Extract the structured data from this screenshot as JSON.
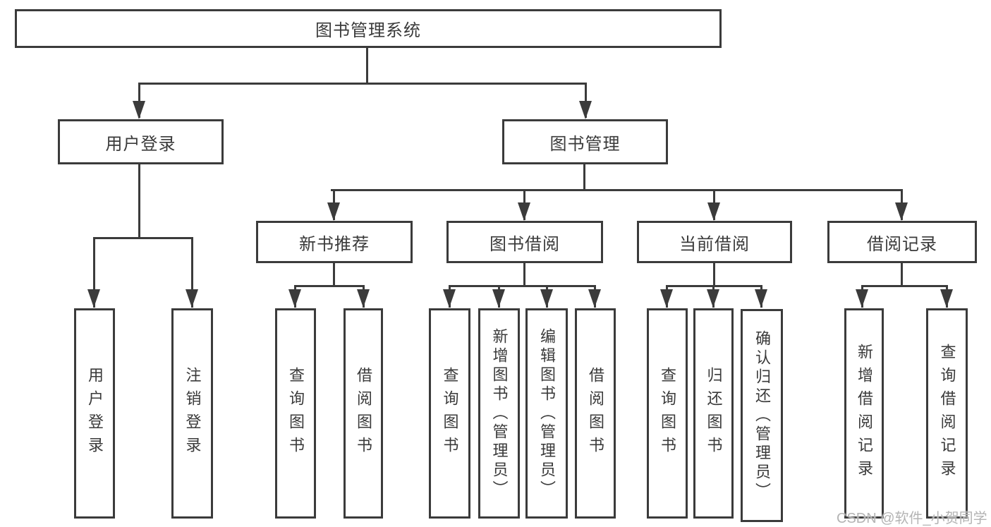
{
  "diagram": {
    "title": "图书管理系统",
    "branches": [
      {
        "label": "用户登录",
        "children": [
          "用户登录",
          "注销登录"
        ]
      },
      {
        "label": "图书管理",
        "sections": [
          {
            "label": "新书推荐",
            "children": [
              "查询图书",
              "借阅图书"
            ]
          },
          {
            "label": "图书借阅",
            "children": [
              "查询图书",
              "新增图书（管理员）",
              "编辑图书（管理员）",
              "借阅图书"
            ]
          },
          {
            "label": "当前借阅",
            "children": [
              "查询图书",
              "归还图书",
              "确认归还（管理员）"
            ]
          },
          {
            "label": "借阅记录",
            "children": [
              "新增借阅记录",
              "查询借阅记录"
            ]
          }
        ]
      }
    ]
  },
  "watermark": {
    "text": "CSDN @软件_小贺同学"
  },
  "colors": {
    "line": "#3b3b3b",
    "text": "#3a3a3a",
    "box_background": "#ffffff",
    "background": "#ffffff",
    "watermark": "#b4b4b4"
  }
}
